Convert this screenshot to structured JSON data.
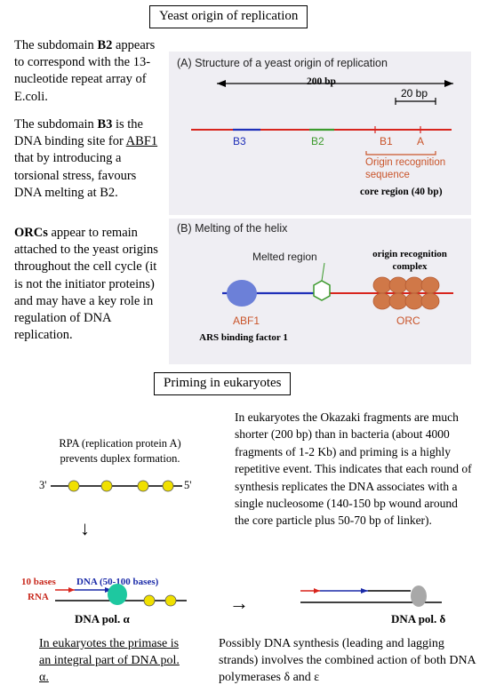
{
  "section1": {
    "title": "Yeast origin of replication",
    "p1": {
      "pre": "The subdomain ",
      "bold": "B2",
      "post": " appears to correspond with the 13-nucleotide repeat array of E.coli."
    },
    "p2": {
      "pre": "The subdomain ",
      "bold": "B3",
      "mid": " is the DNA binding site for ",
      "under": "ABF1",
      "post": " that by introducing a torsional stress, favours DNA melting at B2."
    },
    "p3": {
      "bold": "ORCs",
      "post": " appear to remain attached to the yeast origins throughout the cell cycle (it is not the initiator proteins) and may have a key role in regulation of DNA replication."
    }
  },
  "figureA": {
    "title": "(A) Structure of a yeast origin of replication",
    "span_200": "200 bp",
    "span_20": "20 bp",
    "b3": "B3",
    "b2": "B2",
    "b1": "B1",
    "a": "A",
    "origin_recognition": "Origin recognition sequence",
    "core_region": "core region (40 bp)"
  },
  "figureB": {
    "title": "(B) Melting of the helix",
    "melted": "Melted region",
    "abf1": "ABF1",
    "orc": "ORC",
    "orc_complex": "origin recognition complex",
    "ars": "ARS binding factor 1"
  },
  "section2": {
    "title": "Priming in eukaryotes",
    "rpa": "RPA (replication protein A) prevents duplex formation.",
    "end3": "3'",
    "end5": "5'",
    "arrow_down": "↓",
    "right_para": "In eukaryotes the Okazaki fragments are much shorter (200 bp) than in bacteria (about 4000 fragments of 1-2 Kb) and priming is a highly repetitive event.  This indicates that each round of synthesis replicates the DNA associates with a single nucleosome (140-150 bp wound around the core particle plus 50-70 bp of linker).",
    "ten_bases": "10 bases",
    "dna_bases": "DNA (50-100 bases)",
    "rna": "RNA",
    "pol_alpha": "DNA pol. α",
    "arrow_right": "→",
    "pol_delta": "DNA pol. δ",
    "bottom_left": "In eukaryotes the primase is an integral part of DNA pol. α.",
    "bottom_right": "Possibly DNA synthesis (leading and lagging strands) involves the combined action of both DNA polymerases δ and ε"
  },
  "colors": {
    "dna_red": "#d8241c",
    "dna_blue": "#1f2fb8",
    "dna_green": "#3c9a2c",
    "orange_label": "#c9542a",
    "orc_orange": "#d07848",
    "abf1_blue": "#6c80d8",
    "figure_bg": "#ebeaf0",
    "pol_alpha_teal": "#1ec8a0",
    "pol_delta_gray": "#a8a8a8",
    "bead_yellow": "#f0e000",
    "label_red": "#c8281c",
    "label_blue": "#1a2aa8"
  }
}
